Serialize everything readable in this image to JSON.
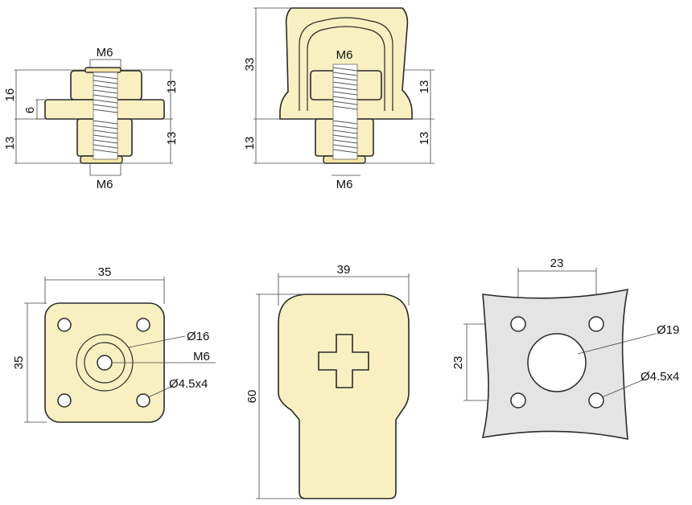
{
  "views": {
    "mount_side": {
      "thread_top": "M6",
      "thread_bottom": "M6",
      "dim_total": "16",
      "dim_flange": "6",
      "dim_upper": "13",
      "dim_lower_left": "13",
      "dim_lower_right": "13"
    },
    "cap_side": {
      "thread_top": "M6",
      "thread_bottom": "M6",
      "dim_height": "33",
      "dim_upper": "13",
      "dim_lower_left": "13",
      "dim_lower_right": "13"
    },
    "square_plate": {
      "dim_width": "35",
      "dim_height": "35",
      "dim_bore": "Ø16",
      "dim_thread": "M6",
      "dim_holes": "Ø4.5x4"
    },
    "cap_front": {
      "dim_width": "39",
      "dim_height": "60"
    },
    "grey_plate": {
      "dim_spacing_h": "23",
      "dim_spacing_v": "23",
      "dim_bore": "Ø19",
      "dim_holes": "Ø4.5x4"
    }
  },
  "colors": {
    "part_fill": "#f8f0c0",
    "plate_fill": "#e4e4e4",
    "line": "#2a2a2a"
  }
}
